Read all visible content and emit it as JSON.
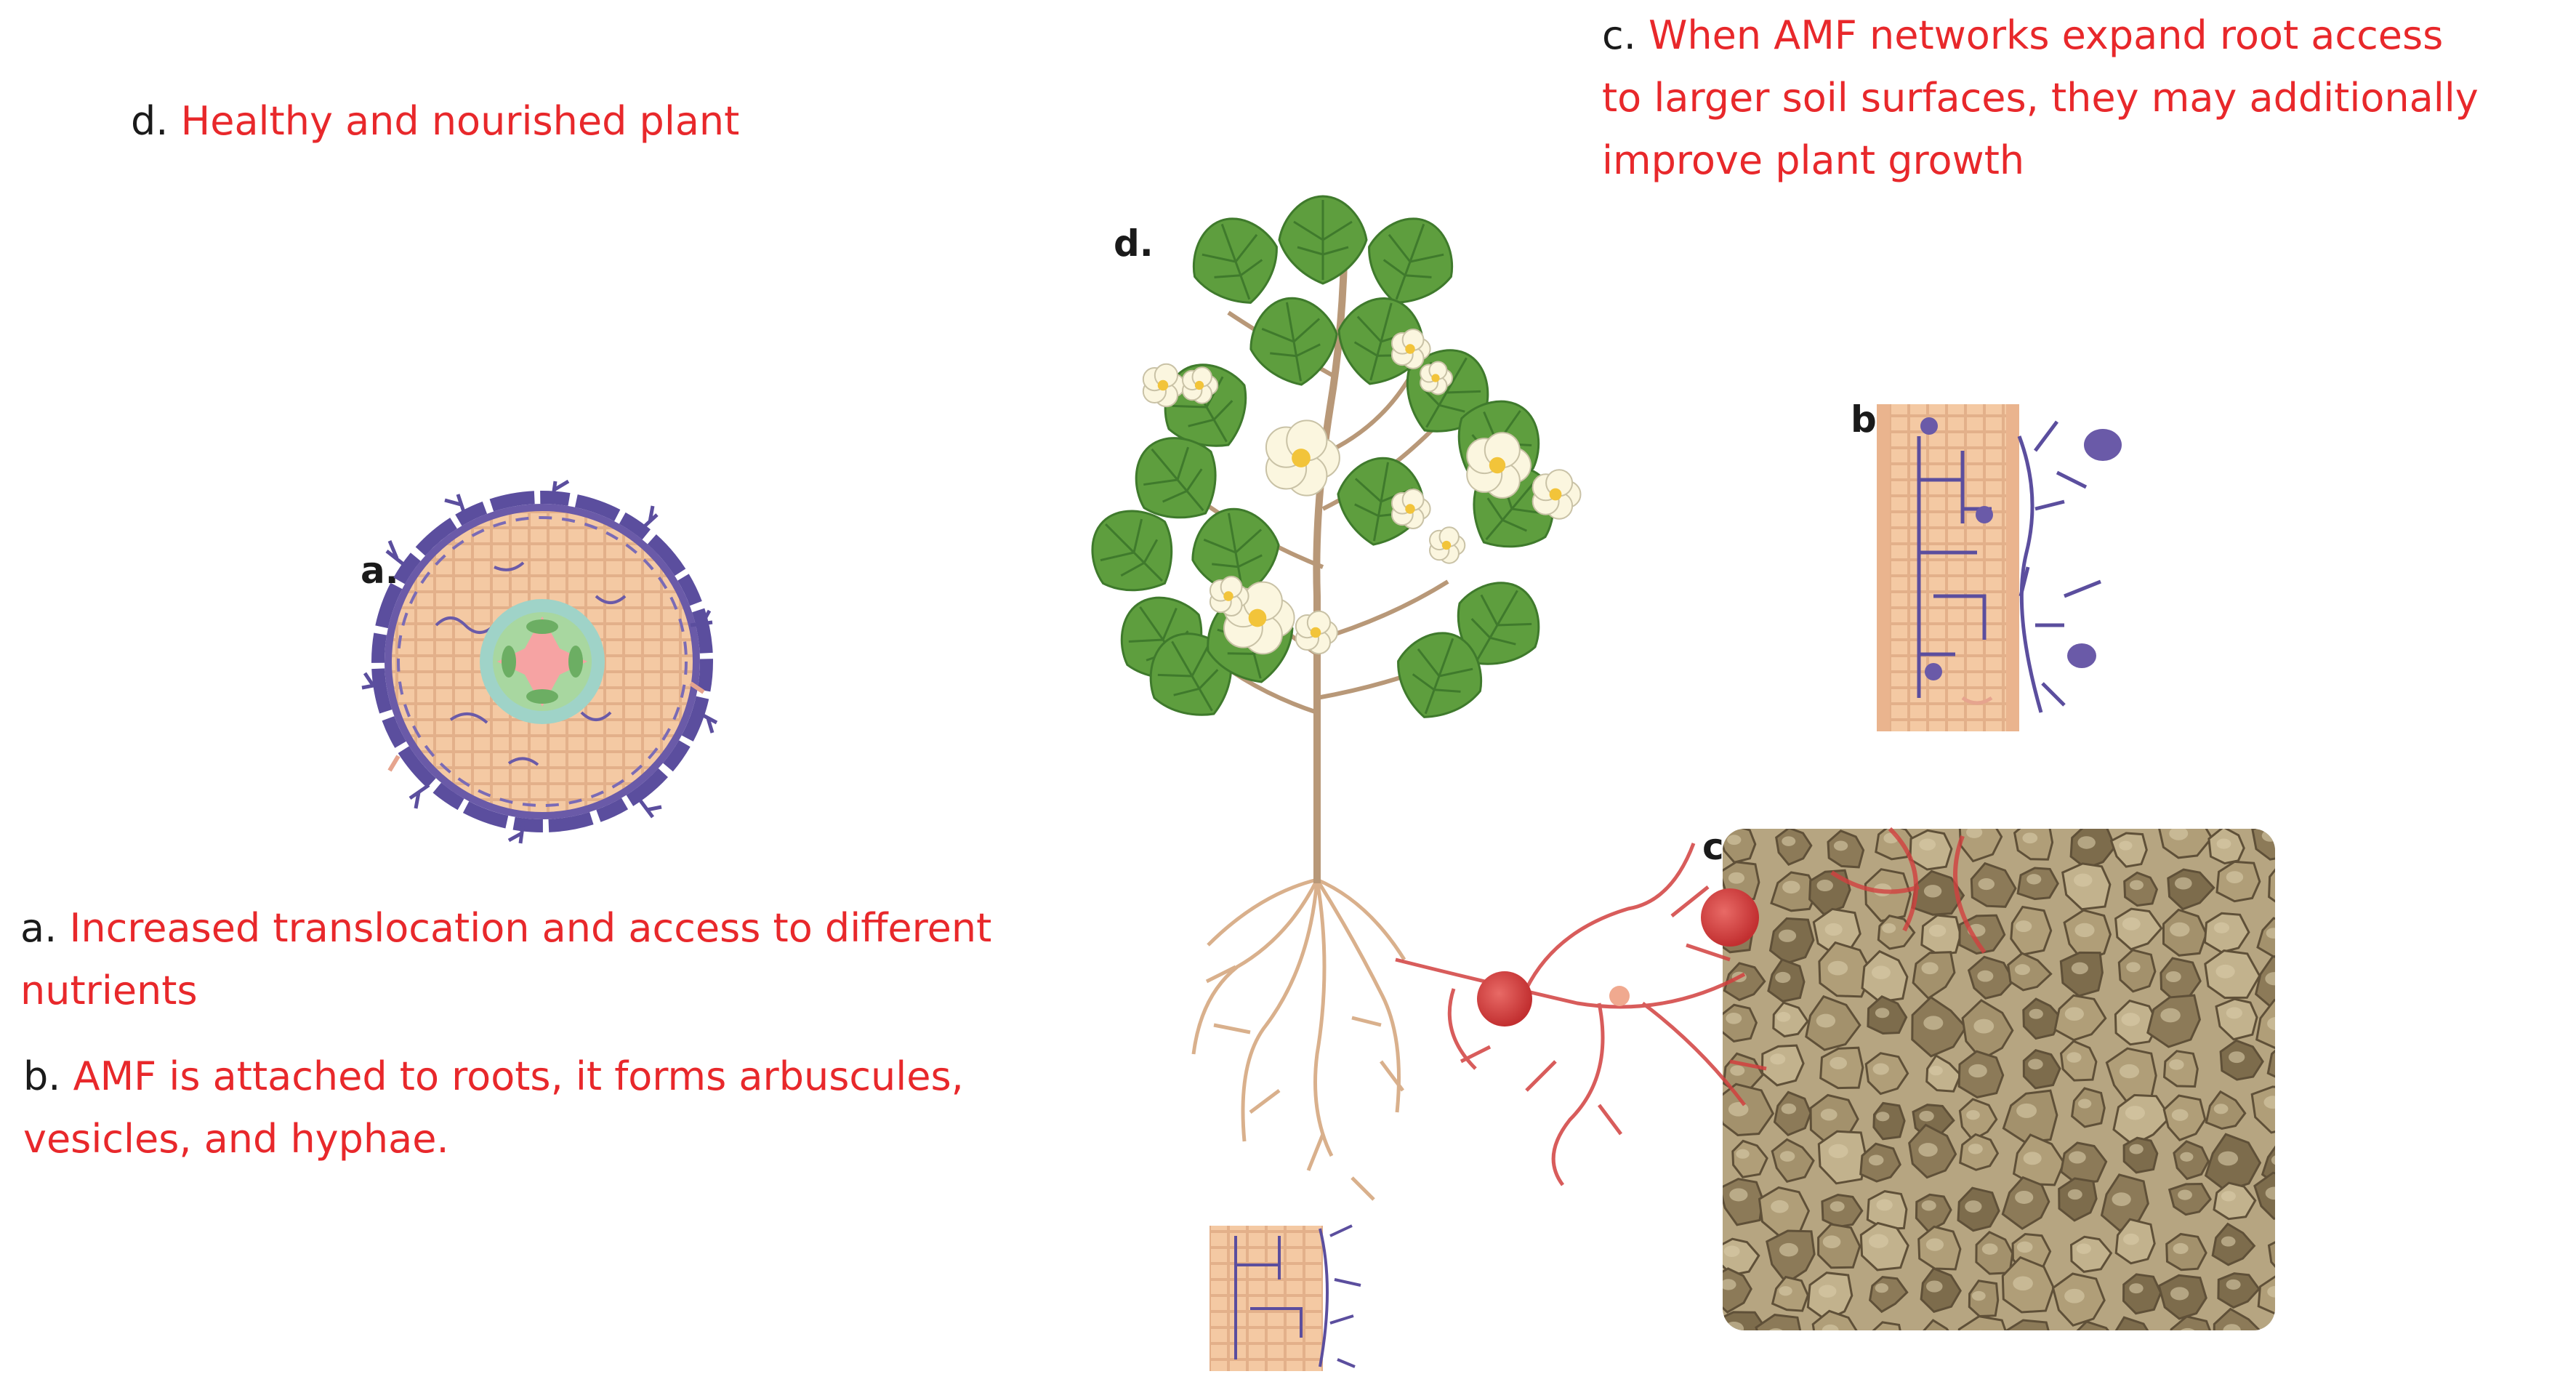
{
  "captions": {
    "d": {
      "tag": "d.",
      "text": "Healthy and  nourished plant"
    },
    "c": {
      "tag": "c.",
      "lines": [
        "When AMF networks expand root access",
        "to larger soil surfaces, they may additionally",
        "improve plant growth"
      ]
    },
    "a": {
      "tag": "a.",
      "lines": [
        "Increased translocation and access to different",
        "nutrients"
      ]
    },
    "b": {
      "tag": "b.",
      "lines": [
        "AMF is attached to roots, it forms arbuscules,",
        "vesicles, and hyphae."
      ]
    }
  },
  "panel_letters": {
    "a": "a.",
    "b": "b.",
    "c": "c.",
    "d": "d."
  },
  "colors": {
    "caption_text": "#e8282b",
    "label_text": "#1a1a1a",
    "hyphae_purple": "#5b4e9e",
    "root_tan": "#d9b08c",
    "root_tissue": "#f3c6a1",
    "fungal_red": "#d2403f",
    "soil_brown": "#9c8a65",
    "leaf_green": "#5e9e3e",
    "flower_cream": "#fbf6df"
  }
}
